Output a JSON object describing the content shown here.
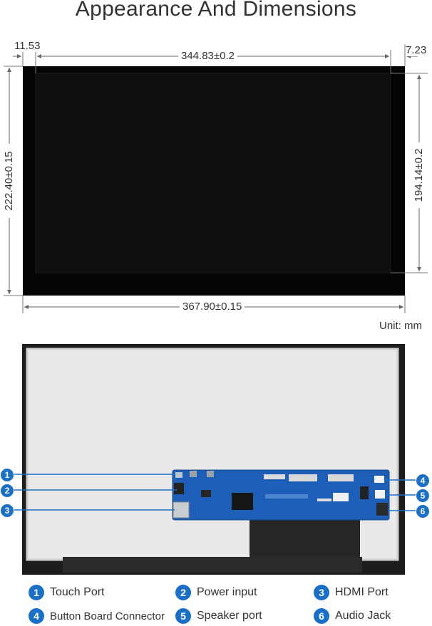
{
  "title": "Appearance And Dimensions",
  "dimensions": {
    "bezel_left": "11.53",
    "active_width": "344.83±0.2",
    "bezel_right": "7.23",
    "outer_height": "222.40±0.15",
    "active_height": "194.14±0.2",
    "outer_width": "367.90±0.15"
  },
  "unit_label": "Unit: mm",
  "legend": [
    {
      "num": "1",
      "label": "Touch Port"
    },
    {
      "num": "2",
      "label": "Power input"
    },
    {
      "num": "3",
      "label": "HDMI Port"
    },
    {
      "num": "4",
      "label": "Button Board Connector"
    },
    {
      "num": "5",
      "label": "Speaker port"
    },
    {
      "num": "6",
      "label": "Audio Jack"
    }
  ],
  "colors": {
    "accent": "#1a6fc8",
    "board": "#1d5fb8",
    "screen": "#0a0a0a"
  }
}
